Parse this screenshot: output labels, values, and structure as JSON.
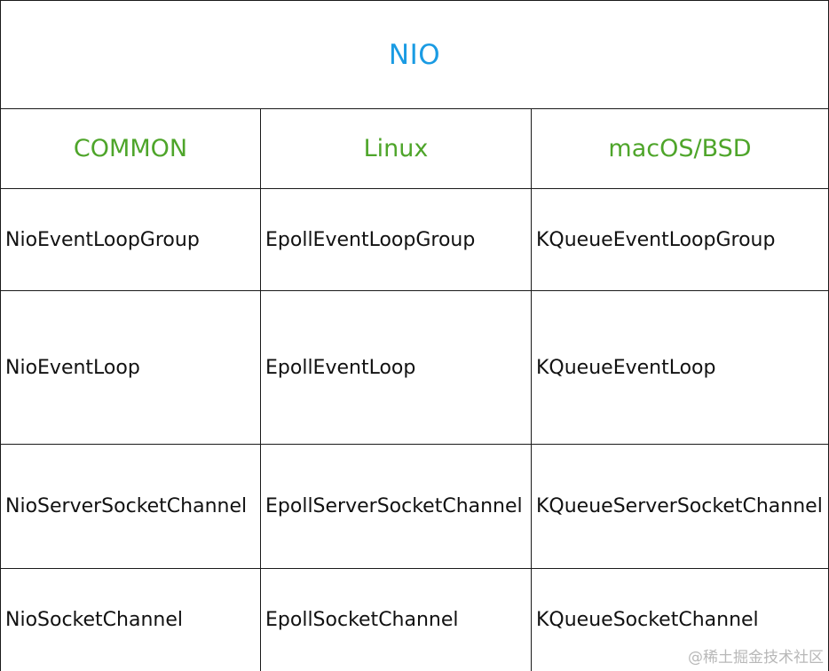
{
  "title": "NIO",
  "headers": [
    "COMMON",
    "Linux",
    "macOS/BSD"
  ],
  "rows": [
    [
      "NioEventLoopGroup",
      "EpollEventLoopGroup",
      "KQueueEventLoopGroup"
    ],
    [
      "NioEventLoop",
      "EpollEventLoop",
      "KQueueEventLoop"
    ],
    [
      "NioServerSocketChannel",
      "EpollServerSocketChannel",
      "KQueueServerSocketChannel"
    ],
    [
      "NioSocketChannel",
      "EpollSocketChannel",
      "KQueueSocketChannel"
    ]
  ],
  "watermark": "@稀土掘金技术社区",
  "colors": {
    "title": "#1a9be3",
    "header": "#4ea52a",
    "text": "#111111",
    "border": "#1a1a1a"
  }
}
